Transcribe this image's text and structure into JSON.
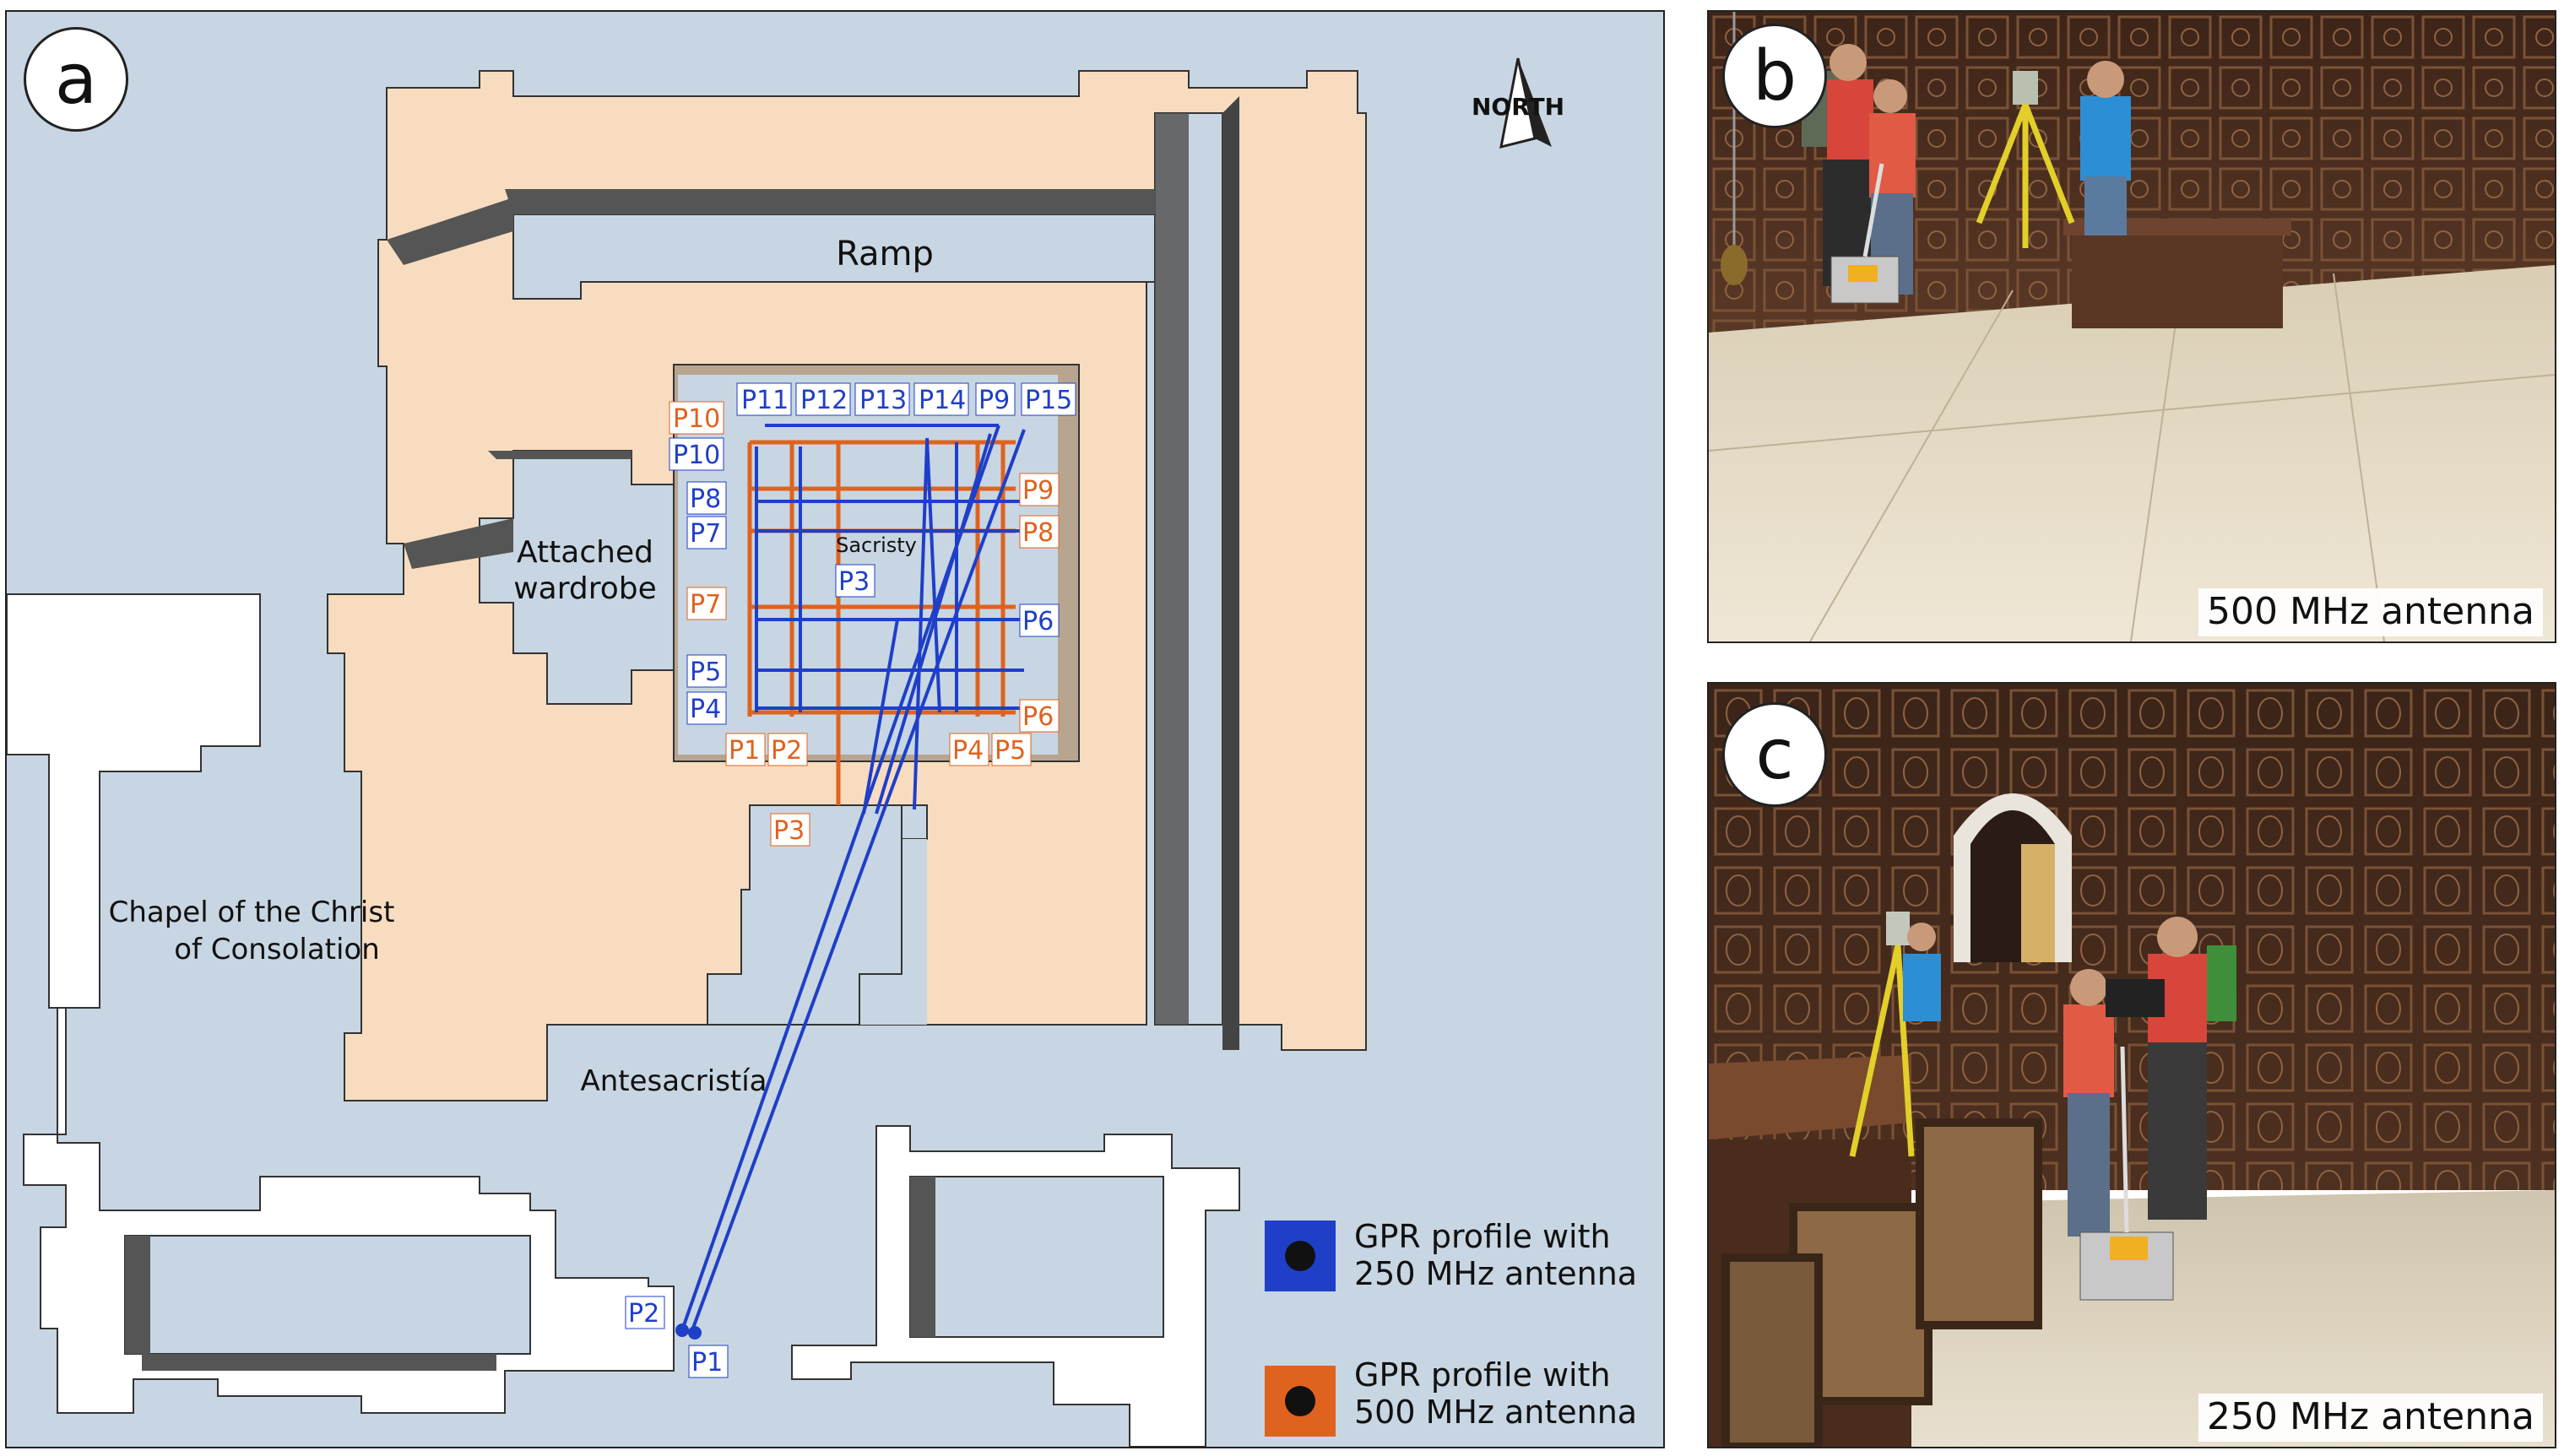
{
  "panels": {
    "a": {
      "letter": "a"
    },
    "b": {
      "letter": "b",
      "caption": "500 MHz antenna"
    },
    "c": {
      "letter": "c",
      "caption": "250 MHz antenna"
    }
  },
  "map": {
    "north_label": "NORTH",
    "rooms": {
      "ramp": "Ramp",
      "wardrobe_line1": "Attached",
      "wardrobe_line2": "wardrobe",
      "sacristy": "Sacristy",
      "chapel_line1": "Chapel of the Christ",
      "chapel_line2": "of Consolation",
      "antesacristia": "Antesacristía"
    },
    "profiles_250": [
      "P1",
      "P2",
      "P3",
      "P4",
      "P5",
      "P6",
      "P7",
      "P8",
      "P9",
      "P10",
      "P11",
      "P12",
      "P13",
      "P14",
      "P15"
    ],
    "profiles_500": [
      "P1",
      "P2",
      "P3",
      "P4",
      "P5",
      "P6",
      "P7",
      "P8",
      "P9",
      "P10"
    ],
    "legend": {
      "item_250_line1": "GPR profile with",
      "item_250_line2": "250 MHz antenna",
      "item_500_line1": "GPR profile with",
      "item_500_line2": "500 MHz antenna"
    }
  },
  "colors": {
    "profile_250": "#1f3fc8",
    "profile_500": "#e0621f",
    "building": "#f8dcc0",
    "sacristy_floor": "#b8a58f",
    "background": "#c7d6e2"
  }
}
